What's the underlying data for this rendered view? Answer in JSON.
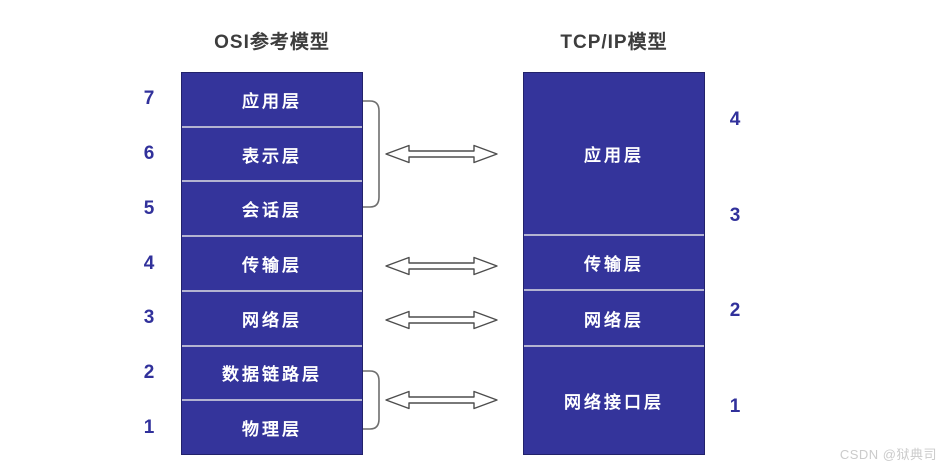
{
  "diagram": {
    "osi": {
      "title": "OSI参考模型",
      "layers": [
        {
          "number": "7",
          "label": "应用层"
        },
        {
          "number": "6",
          "label": "表示层"
        },
        {
          "number": "5",
          "label": "会话层"
        },
        {
          "number": "4",
          "label": "传输层"
        },
        {
          "number": "3",
          "label": "网络层"
        },
        {
          "number": "2",
          "label": "数据链路层"
        },
        {
          "number": "1",
          "label": "物理层"
        }
      ]
    },
    "tcpip": {
      "title": "TCP/IP模型",
      "layers": [
        {
          "number": "4",
          "label": "应用层",
          "osi_span": 3
        },
        {
          "number": "3",
          "label": "传输层",
          "osi_span": 1
        },
        {
          "number": "2",
          "label": "网络层",
          "osi_span": 1
        },
        {
          "number": "1",
          "label": "网络接口层",
          "osi_span": 2
        }
      ]
    },
    "mappings": [
      {
        "osi_layers": "7-6-5",
        "tcpip_layer": "应用层",
        "bracketed": true
      },
      {
        "osi_layers": "4",
        "tcpip_layer": "传输层",
        "bracketed": false
      },
      {
        "osi_layers": "3",
        "tcpip_layer": "网络层",
        "bracketed": false
      },
      {
        "osi_layers": "2-1",
        "tcpip_layer": "网络接口层",
        "bracketed": true
      }
    ],
    "colors": {
      "box_fill": "#34349b",
      "box_border": "#22226b",
      "layer_separator": "#b3b3d1",
      "layer_text": "#ffffff",
      "number_text": "#31319b",
      "title_text": "#3d3d3d",
      "arrow_fill": "#ffffff",
      "arrow_outline": "#4d4d4d",
      "bracket": "#6e6e6e",
      "background": "#ffffff"
    }
  },
  "watermark": {
    "text": "CSDN @狱典司"
  }
}
